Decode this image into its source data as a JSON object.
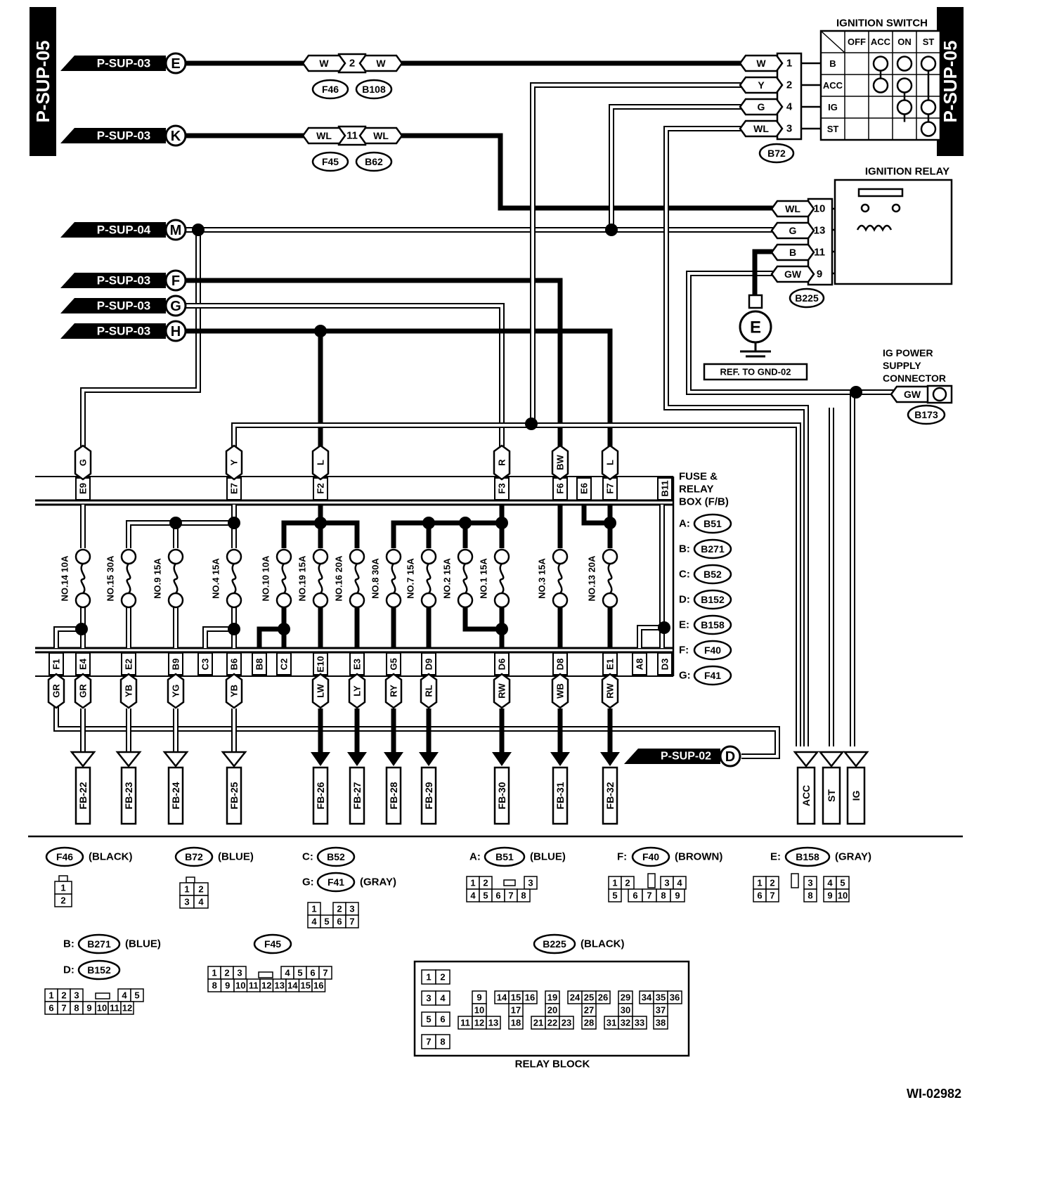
{
  "page_tag": "P-SUP-05",
  "diagram_id": "WI-02982",
  "sources": [
    {
      "ref": "P-SUP-03",
      "letter": "E"
    },
    {
      "ref": "P-SUP-03",
      "letter": "K"
    },
    {
      "ref": "P-SUP-04",
      "letter": "M"
    },
    {
      "ref": "P-SUP-03",
      "letter": "F"
    },
    {
      "ref": "P-SUP-03",
      "letter": "G"
    },
    {
      "ref": "P-SUP-03",
      "letter": "H"
    }
  ],
  "sink": {
    "ref": "P-SUP-02",
    "letter": "D"
  },
  "inline_connectors": [
    {
      "left_color": "W",
      "pin": "2",
      "right_color": "W",
      "left_id": "F46",
      "right_id": "B108"
    },
    {
      "left_color": "WL",
      "pin": "11",
      "right_color": "WL",
      "left_id": "F45",
      "right_id": "B62"
    }
  ],
  "ignition_switch": {
    "title": "IGNITION SWITCH",
    "columns": [
      "OFF",
      "ACC",
      "ON",
      "ST"
    ],
    "rows": [
      "B",
      "ACC",
      "IG",
      "ST"
    ],
    "connector": "B72",
    "pins": [
      {
        "color": "W",
        "pin": "1"
      },
      {
        "color": "Y",
        "pin": "2"
      },
      {
        "color": "G",
        "pin": "4"
      },
      {
        "color": "WL",
        "pin": "3"
      }
    ]
  },
  "ignition_relay": {
    "title": "IGNITION RELAY",
    "connector": "B225",
    "pins": [
      {
        "color": "WL",
        "pin": "10"
      },
      {
        "color": "G",
        "pin": "13"
      },
      {
        "color": "B",
        "pin": "11"
      },
      {
        "color": "GW",
        "pin": "9"
      }
    ]
  },
  "ground": {
    "letter": "E",
    "ref": "REF. TO GND-02"
  },
  "ig_power": {
    "title_lines": [
      "IG POWER",
      "SUPPLY",
      "CONNECTOR"
    ],
    "color": "GW",
    "connector": "B173"
  },
  "fuse_box": {
    "title_lines": [
      "FUSE &",
      "RELAY",
      "BOX (F/B)"
    ],
    "legend": [
      {
        "key": "A:",
        "id": "B51"
      },
      {
        "key": "B:",
        "id": "B271"
      },
      {
        "key": "C:",
        "id": "B52"
      },
      {
        "key": "D:",
        "id": "B152"
      },
      {
        "key": "E:",
        "id": "B158"
      },
      {
        "key": "F:",
        "id": "F40"
      },
      {
        "key": "G:",
        "id": "F41"
      }
    ],
    "top_wires": [
      {
        "color": "G",
        "term": "E9"
      },
      {
        "color": "Y",
        "term": "E7"
      },
      {
        "color": "L",
        "term": "F2"
      },
      {
        "color": "R",
        "term": "F3"
      },
      {
        "color": "BW",
        "term": "F6"
      },
      {
        "color": "L",
        "term": "F7"
      }
    ],
    "top_terms": [
      "E9",
      "E7",
      "F2",
      "F3",
      "F6",
      "E6",
      "F7",
      "B11"
    ],
    "fuses": [
      "NO.14 10A",
      "NO.15 30A",
      "NO.9 15A",
      "NO.4 15A",
      "NO.10 10A",
      "NO.19 15A",
      "NO.16 20A",
      "NO.8 30A",
      "NO.7 15A",
      "NO.2 15A",
      "NO.1 15A",
      "NO.3 15A",
      "NO.13 20A"
    ],
    "bottom_terms": [
      "F1",
      "E4",
      "E2",
      "B9",
      "C3",
      "B6",
      "B8",
      "C2",
      "E10",
      "E3",
      "G5",
      "D9",
      "D6",
      "D8",
      "E1",
      "A8",
      "D3"
    ],
    "bottom_wires": [
      {
        "color": "GR",
        "term": "F1"
      },
      {
        "color": "GR",
        "term": "E4"
      },
      {
        "color": "YB",
        "term": "E2"
      },
      {
        "color": "YG",
        "term": "B9"
      },
      {
        "color": "YB",
        "term": "B6"
      },
      {
        "color": "LW",
        "term": "E10"
      },
      {
        "color": "LY",
        "term": "E3"
      },
      {
        "color": "RY",
        "term": "G5"
      },
      {
        "color": "RL",
        "term": "D9"
      },
      {
        "color": "RW",
        "term": "D6"
      },
      {
        "color": "WB",
        "term": "D8"
      },
      {
        "color": "RW",
        "term": "E1"
      }
    ]
  },
  "outputs": [
    "FB-22",
    "FB-23",
    "FB-24",
    "FB-25",
    "FB-26",
    "FB-27",
    "FB-28",
    "FB-29",
    "FB-30",
    "FB-31",
    "FB-32",
    "ACC",
    "ST",
    "IG"
  ],
  "connector_views": [
    {
      "label": "F46",
      "prefix": "",
      "color": "(BLACK)"
    },
    {
      "label": "B72",
      "prefix": "",
      "color": "(BLUE)"
    },
    {
      "label": "B52",
      "prefix": "C:",
      "color": ""
    },
    {
      "label": "F41",
      "prefix": "G:",
      "color": "(GRAY)"
    },
    {
      "label": "B51",
      "prefix": "A:",
      "color": "(BLUE)"
    },
    {
      "label": "F40",
      "prefix": "F:",
      "color": "(BROWN)"
    },
    {
      "label": "B158",
      "prefix": "E:",
      "color": "(GRAY)"
    },
    {
      "label": "B271",
      "prefix": "B:",
      "color": "(BLUE)"
    },
    {
      "label": "B152",
      "prefix": "D:",
      "color": ""
    },
    {
      "label": "F45",
      "prefix": "",
      "color": ""
    },
    {
      "label": "B225",
      "prefix": "",
      "color": "(BLACK)"
    }
  ],
  "relay_block_label": "RELAY BLOCK",
  "pin_rows": {
    "f46": [
      "1",
      "2"
    ],
    "b72": [
      [
        "1",
        "2"
      ],
      [
        "3",
        "4"
      ]
    ],
    "f41": [
      [
        "1",
        "2",
        "3"
      ],
      [
        "4",
        "5",
        "6",
        "7"
      ]
    ],
    "b51": [
      [
        "1",
        "2",
        "",
        "3"
      ],
      [
        "4",
        "5",
        "6",
        "7",
        "8"
      ]
    ],
    "f40": [
      [
        "1",
        "2",
        "3",
        "4"
      ],
      [
        "5",
        "6",
        "7",
        "8",
        "9"
      ]
    ],
    "b158": [
      [
        "1",
        "2",
        "3",
        "4",
        "5"
      ],
      [
        "6",
        "7",
        "8",
        "9",
        "10"
      ]
    ],
    "b152": [
      [
        "1",
        "2",
        "3",
        "4",
        "5"
      ],
      [
        "6",
        "7",
        "8",
        "9",
        "10",
        "11",
        "12"
      ]
    ],
    "f45": [
      [
        "1",
        "2",
        "3",
        "4",
        "5",
        "6",
        "7"
      ],
      [
        "8",
        "9",
        "10",
        "11",
        "12",
        "13",
        "14",
        "15",
        "16"
      ]
    ],
    "b225": [
      "1",
      "2",
      "3",
      "4",
      "5",
      "6",
      "7",
      "8",
      "9",
      "10",
      "11",
      "12",
      "13",
      "14",
      "15",
      "16",
      "17",
      "18",
      "19",
      "20",
      "21",
      "22",
      "23",
      "24",
      "25",
      "26",
      "27",
      "28",
      "29",
      "30",
      "31",
      "32",
      "33",
      "34",
      "35",
      "36",
      "37",
      "38"
    ]
  }
}
